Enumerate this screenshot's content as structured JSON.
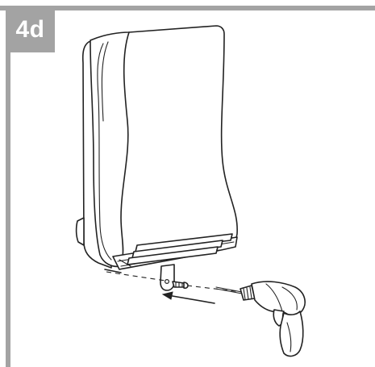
{
  "step": {
    "label": "4d"
  },
  "colors": {
    "frame": "#a3a3a3",
    "badge_text": "#ffffff",
    "line_art": "#222222",
    "background": "#ffffff"
  },
  "illustration": {
    "parts": [
      "wall-unit",
      "mounting-bracket",
      "screw",
      "direction-arrow",
      "cordless-drill"
    ]
  }
}
